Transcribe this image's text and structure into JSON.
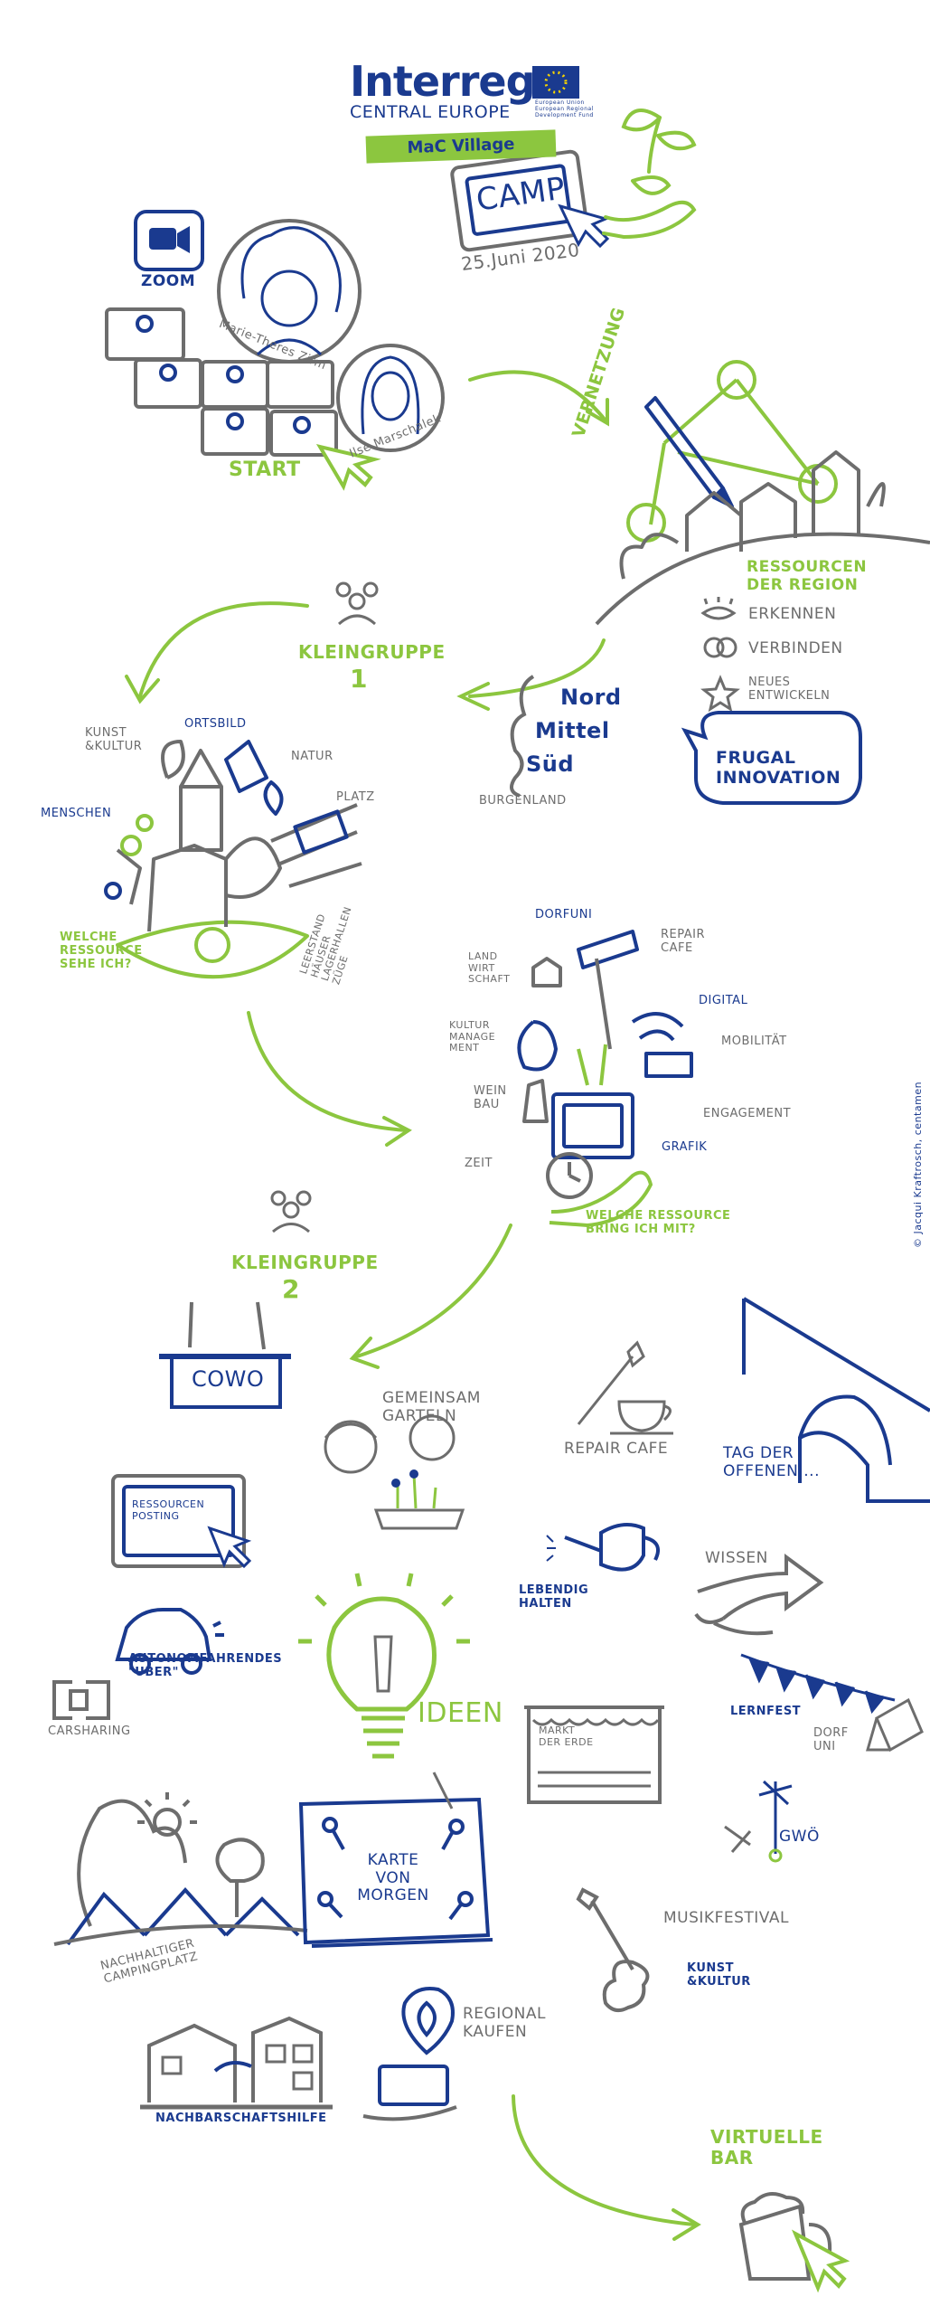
{
  "header": {
    "logo_word": "Interreg",
    "logo_sub": "CENTRAL EUROPE",
    "eu_text": "European Union\nEuropean Regional\nDevelopment Fund",
    "project": "MaC Village"
  },
  "camp": {
    "title": "CAMP",
    "date": "25.Juni 2020"
  },
  "intro": {
    "zoom": "ZOOM",
    "host1": "Marie-Theres Zirm",
    "host2": "Ilse Marschalek",
    "start": "START"
  },
  "vernetzung": {
    "title": "VERNETZUNG",
    "ressourcen": "RESSOURCEN\nDER REGION",
    "items": [
      "ERKENNEN",
      "VERBINDEN",
      "NEUES\nENTWICKELN"
    ],
    "frugal": "FRUGAL\nINNOVATION"
  },
  "burgenland": {
    "nord": "Nord",
    "mittel": "Mittel",
    "sued": "Süd",
    "label": "BURGENLAND"
  },
  "kleingruppe1": {
    "title": "KLEINGRUPPE",
    "number": "1",
    "labels": [
      "KUNST\n&KULTUR",
      "ORTSBILD",
      "NATUR",
      "PLATZ",
      "MENSCHEN",
      "LEERSTAND\nHÄUSER\nLAGERHALLEN\nZÜGE"
    ],
    "question": "WELCHE\nRESSOURCE\nSEHE ICH?"
  },
  "ressource_mit": {
    "labels_gray": [
      "LAND\nWIRT\nSCHAFT",
      "REPAIR\nCAFE",
      "KULTUR\nMANAGE\nMENT",
      "MOBILITÄT",
      "WEIN\nBAU",
      "ENGAGEMENT",
      "ZEIT"
    ],
    "labels_blue": [
      "DORFUNI",
      "DIGITAL",
      "GRAFIK"
    ],
    "question": "WELCHE RESSOURCE\nBRING ICH MIT?"
  },
  "credit": "© Jacqui Kraftrosch, centamen",
  "kleingruppe2": {
    "title": "KLEINGRUPPE",
    "number": "2"
  },
  "ideas": {
    "cowo": "COWO",
    "gemeinsam": "GEMEINSAM\nGARTELN",
    "repair": "REPAIR CAFE",
    "tag": "TAG DER\nOFFENEN ...",
    "posting": "RESSOURCEN\nPOSTING",
    "lebendig": "LEBENDIG\nHALTEN",
    "wissen": "WISSEN",
    "autonom": "AUTONOMFAHRENDES\n\"UBER\"",
    "carsharing": "CARSHARING",
    "ideen": "IDEEN",
    "lernfest": "LERNFEST",
    "dorfuni": "DORF\nUNI",
    "markt": "MARKT\nDER ERDE",
    "gwoe": "GWÖ",
    "karte": "KARTE\nVON MORGEN",
    "camping": "NACHHALTIGER\nCAMPINGPLATZ",
    "musik": "MUSIKFESTIVAL",
    "kunst": "KUNST\n&KULTUR",
    "regional": "REGIONAL\nKAUFEN",
    "nachbar": "NACHBARSCHAFTSHILFE",
    "bar": "VIRTUELLE\nBAR"
  },
  "colors": {
    "blue": "#1a3a8f",
    "green": "#8cc63f",
    "gray": "#6d6d6d"
  }
}
